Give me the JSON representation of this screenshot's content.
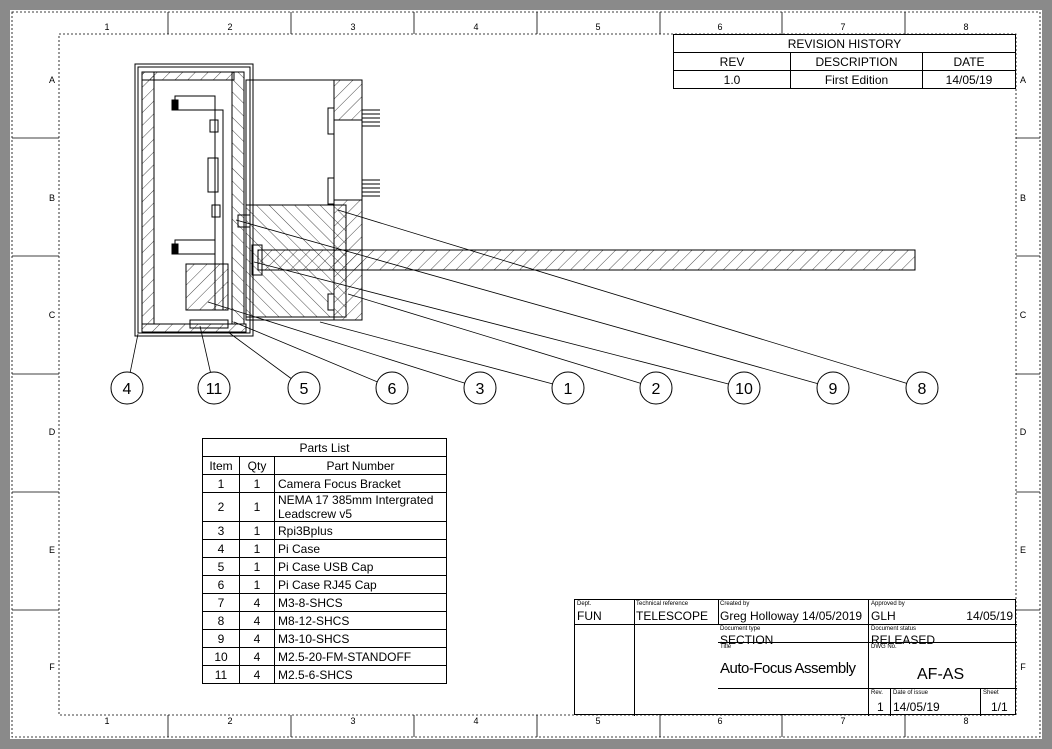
{
  "frame": {
    "column_labels": [
      "1",
      "2",
      "3",
      "4",
      "5",
      "6",
      "7",
      "8"
    ],
    "row_labels": [
      "A",
      "B",
      "C",
      "D",
      "E",
      "F"
    ]
  },
  "revision_history": {
    "title": "REVISION HISTORY",
    "headers": [
      "REV",
      "DESCRIPTION",
      "DATE"
    ],
    "rows": [
      [
        "1.0",
        "First Edition",
        "14/05/19"
      ]
    ]
  },
  "balloons": [
    "4",
    "11",
    "5",
    "6",
    "3",
    "1",
    "2",
    "10",
    "9",
    "8"
  ],
  "parts_list": {
    "title": "Parts List",
    "headers": [
      "Item",
      "Qty",
      "Part Number"
    ],
    "rows": [
      [
        "1",
        "1",
        "Camera Focus Bracket"
      ],
      [
        "2",
        "1",
        "NEMA 17 385mm Intergrated Leadscrew v5"
      ],
      [
        "3",
        "1",
        "Rpi3Bplus"
      ],
      [
        "4",
        "1",
        "Pi Case"
      ],
      [
        "5",
        "1",
        "Pi Case USB Cap"
      ],
      [
        "6",
        "1",
        "Pi Case RJ45 Cap"
      ],
      [
        "7",
        "4",
        "M3-8-SHCS"
      ],
      [
        "8",
        "4",
        "M8-12-SHCS"
      ],
      [
        "9",
        "4",
        "M3-10-SHCS"
      ],
      [
        "10",
        "4",
        "M2.5-20-FM-STANDOFF"
      ],
      [
        "11",
        "4",
        "M2.5-6-SHCS"
      ]
    ]
  },
  "title_block": {
    "dept_label": "Dept.",
    "dept": "FUN",
    "techref_label": "Technical reference",
    "techref": "TELESCOPE",
    "created_label": "Created by",
    "created": "Greg Holloway  14/05/2019",
    "approved_label": "Approved by",
    "approved": "GLH",
    "approved_date": "14/05/19",
    "doctype_label": "Document type",
    "doctype": "SECTION",
    "docstatus_label": "Document status",
    "docstatus": "RELEASED",
    "title_label": "Title",
    "title": "Auto-Focus Assembly",
    "dwg_label": "DWG No.",
    "dwg": "AF-AS",
    "rev_label": "Rev.",
    "rev": "1",
    "issue_label": "Date of issue",
    "issue": "14/05/19",
    "sheet_label": "Sheet",
    "sheet": "1/1"
  }
}
